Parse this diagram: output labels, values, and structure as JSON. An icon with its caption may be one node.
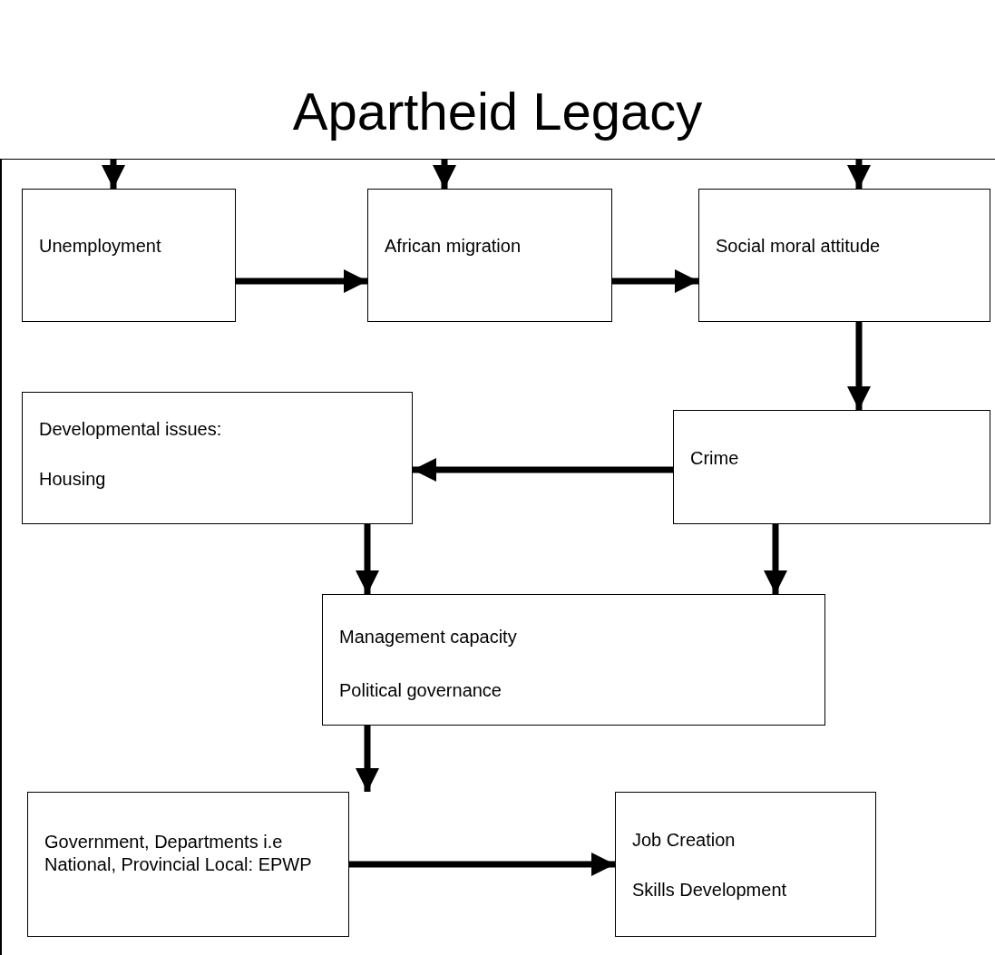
{
  "diagram": {
    "nodes": [
      {
        "text": [
          "Apartheid Legacy"
        ]
      },
      {
        "text": [
          "Unemployment"
        ]
      },
      {
        "text": [
          "African migration"
        ]
      },
      {
        "text": [
          "Social moral attitude"
        ]
      },
      {
        "text": [
          "Developmental issues:",
          "Housing"
        ]
      },
      {
        "text": [
          "Crime"
        ]
      },
      {
        "text": [
          "Management capacity",
          "Political governance"
        ]
      },
      {
        "text": [
          "Government, Departments i.e National, Provincial Local: EPWP"
        ]
      },
      {
        "text": [
          "Job Creation",
          "Skills Development"
        ]
      }
    ],
    "edges": [
      {
        "from": 0,
        "to": 1,
        "arrow": "to"
      },
      {
        "from": 0,
        "to": 2,
        "arrow": "to"
      },
      {
        "from": 0,
        "to": 3,
        "arrow": "to"
      },
      {
        "from": 1,
        "to": 2,
        "arrow": "to"
      },
      {
        "from": 2,
        "to": 3,
        "arrow": "to"
      },
      {
        "from": 3,
        "to": 5,
        "arrow": "to"
      },
      {
        "from": 5,
        "to": 4,
        "arrow": "to"
      },
      {
        "from": 4,
        "to": 6,
        "arrow": "to"
      },
      {
        "from": 5,
        "to": 6,
        "arrow": "to"
      },
      {
        "from": 6,
        "to": 7,
        "arrow": "to"
      },
      {
        "from": 7,
        "to": 8,
        "arrow": "to"
      }
    ]
  }
}
